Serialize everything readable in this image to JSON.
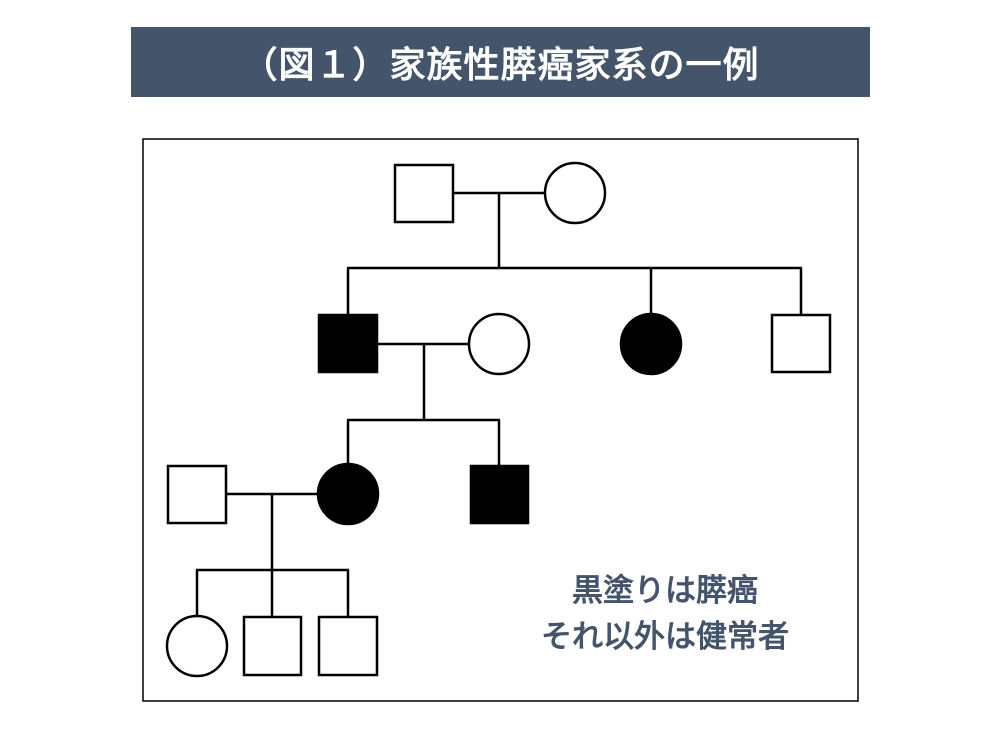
{
  "title": "（図１）家族性膵癌家系の一例",
  "legend": {
    "line1": "黒塗りは膵癌",
    "line2": "それ以外は健常者"
  },
  "colors": {
    "title_bg": "#44546a",
    "legend_text": "#44546a",
    "affected": "#000000",
    "unaffected": "#ffffff"
  },
  "pedigree": {
    "members": [
      {
        "id": "g1-father",
        "generation": 1,
        "sex": "male",
        "affected": false
      },
      {
        "id": "g1-mother",
        "generation": 1,
        "sex": "female",
        "affected": false
      },
      {
        "id": "g2-son",
        "generation": 2,
        "sex": "male",
        "affected": true
      },
      {
        "id": "g2-son-wife",
        "generation": 2,
        "sex": "female",
        "affected": false
      },
      {
        "id": "g2-daughter",
        "generation": 2,
        "sex": "female",
        "affected": true
      },
      {
        "id": "g2-son2",
        "generation": 2,
        "sex": "male",
        "affected": false
      },
      {
        "id": "g3-daughter-husband",
        "generation": 3,
        "sex": "male",
        "affected": false
      },
      {
        "id": "g3-daughter",
        "generation": 3,
        "sex": "female",
        "affected": true
      },
      {
        "id": "g3-son",
        "generation": 3,
        "sex": "male",
        "affected": true
      },
      {
        "id": "g4-daughter",
        "generation": 4,
        "sex": "female",
        "affected": false
      },
      {
        "id": "g4-son1",
        "generation": 4,
        "sex": "male",
        "affected": false
      },
      {
        "id": "g4-son2",
        "generation": 4,
        "sex": "male",
        "affected": false
      }
    ]
  }
}
